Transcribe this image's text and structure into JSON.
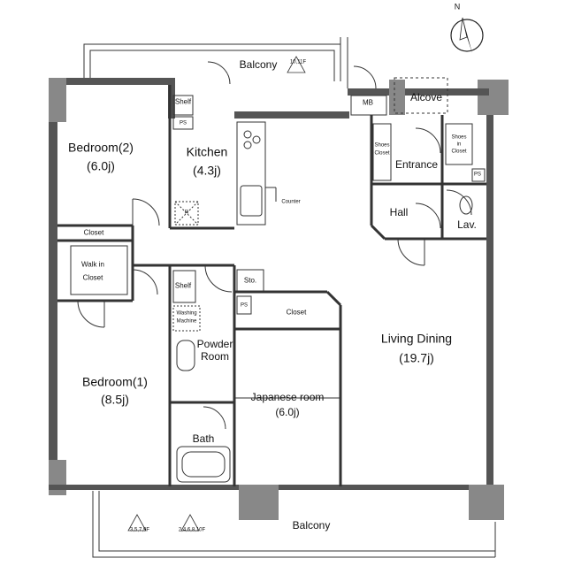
{
  "compass": {
    "north_label": "N",
    "icon": "compass-icon"
  },
  "rooms": {
    "bedroom2": {
      "name": "Bedroom(2)",
      "size": "(6.0j)"
    },
    "kitchen": {
      "name": "Kitchen",
      "size": "(4.3j)"
    },
    "bedroom1": {
      "name": "Bedroom(1)",
      "size": "(8.5j)"
    },
    "living_dining": {
      "name": "Living Dining",
      "size": "(19.7j)"
    },
    "japanese_room": {
      "name": "Japanese room",
      "size": "(6.0j)"
    },
    "powder_room": {
      "line1": "Powder",
      "line2": "Room"
    },
    "bath": "Bath",
    "entrance": "Entrance",
    "hall": "Hall",
    "lav": "Lav.",
    "alcove": "Alcove",
    "mb": "MB"
  },
  "balconies": {
    "top": "Balcony",
    "bottom": "Balcony"
  },
  "storage": {
    "shelf_kitchen": "Shelf",
    "ps_kitchen": "PS",
    "closet_bedroom2": "Closet",
    "walk_in_closet": {
      "line1": "Walk in",
      "line2": "Closet"
    },
    "shelf_powder": "Shelf",
    "washing_machine": {
      "line1": "Washing",
      "line2": "Machine"
    },
    "sto": "Sto.",
    "ps_japanese": "PS",
    "closet_japanese": "Closet",
    "shoes_closet_left": {
      "line1": "Shoes",
      "line2": "Closet"
    },
    "shoes_closet_right": {
      "line1": "Shoes",
      "line2": "in",
      "line3": "Closet"
    },
    "ps_lav": "PS",
    "counter": "Counter",
    "fridge_mark": "R"
  },
  "floor_marks": {
    "top": "10,11F",
    "bottom_left": "3,5,7,9F",
    "bottom_right": "2,4,6,8,10F"
  }
}
